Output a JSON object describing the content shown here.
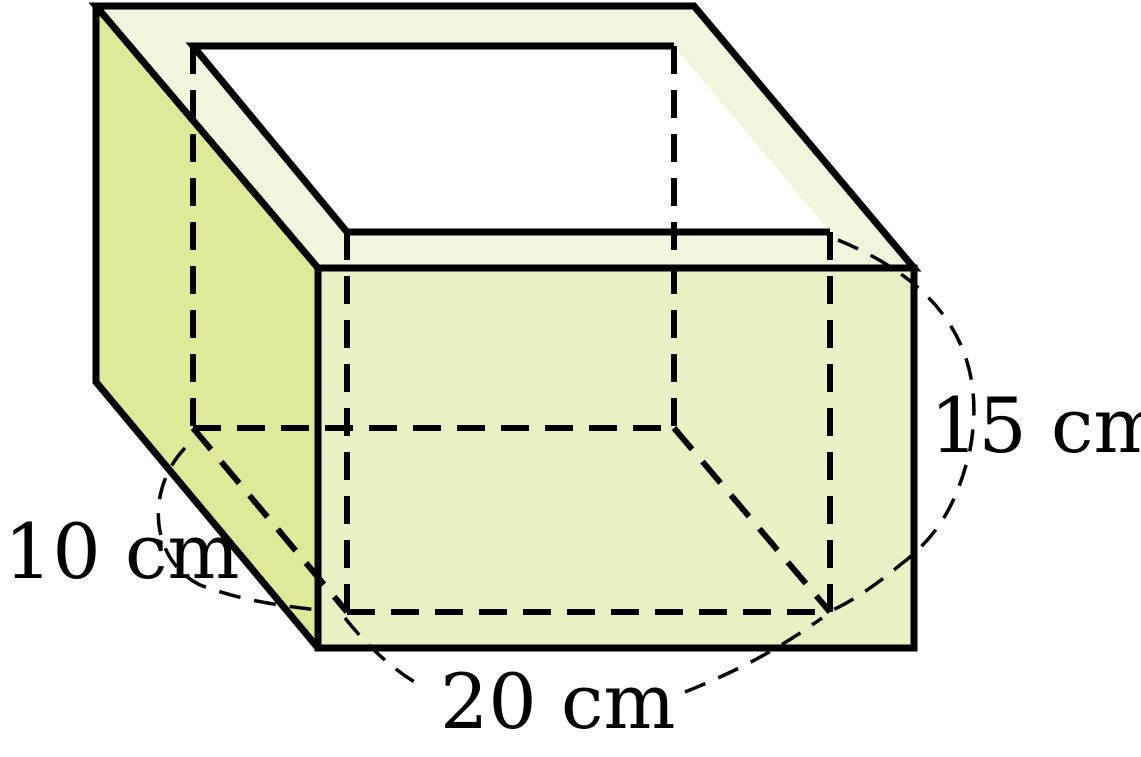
{
  "labels": {
    "depth": "10 cm",
    "width": "20 cm",
    "height": "15 cm"
  },
  "colors": {
    "outline": "#000000",
    "side_face": "#e0e89a",
    "front_face": "#eaf2c5",
    "rim": "#f2f6de",
    "opening": "#ffffff"
  }
}
